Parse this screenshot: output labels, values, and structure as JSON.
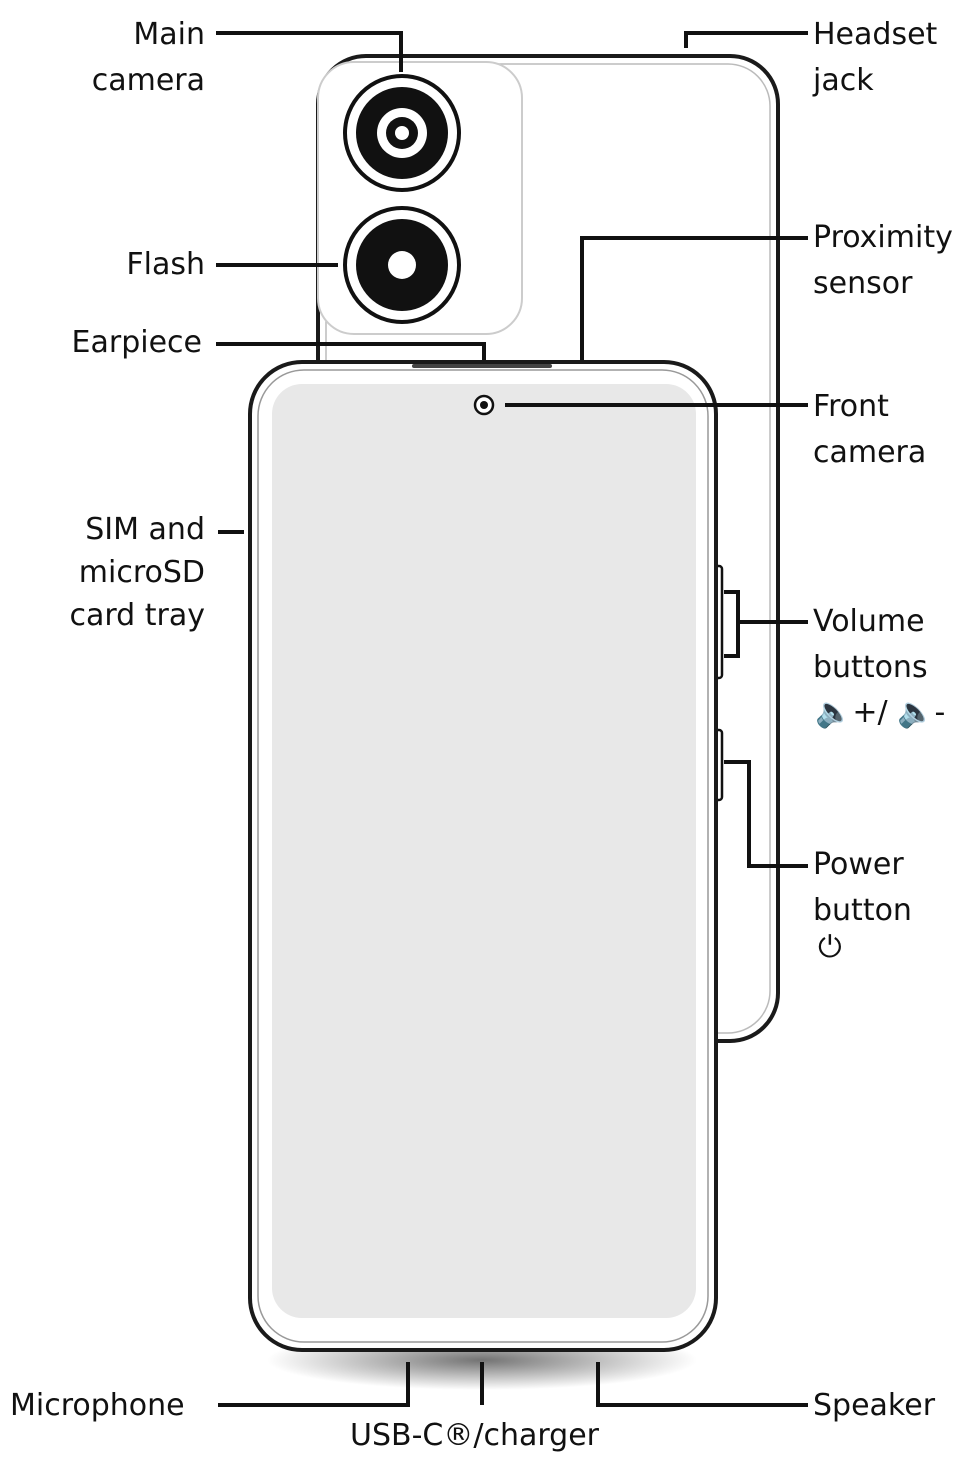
{
  "labels": {
    "main_camera": [
      "Main",
      "camera"
    ],
    "flash": [
      "Flash"
    ],
    "earpiece": [
      "Earpiece"
    ],
    "sim_tray": [
      "SIM and",
      "microSD",
      "card tray"
    ],
    "microphone": [
      "Microphone"
    ],
    "usb": [
      "USB-C®/charger"
    ],
    "headset_jack": [
      "Headset",
      "jack"
    ],
    "proximity_sensor": [
      "Proximity",
      "sensor"
    ],
    "front_camera": [
      "Front",
      "camera"
    ],
    "volume_buttons": [
      "Volume",
      "buttons"
    ],
    "power_button": [
      "Power",
      "button"
    ],
    "speaker": [
      "Speaker"
    ]
  },
  "symbols": {
    "volume": "🔈+/ 🔈-",
    "power": "⏻"
  },
  "colors": {
    "outline": "#1a1a1a",
    "screen": "#e8e8e8",
    "body": "#ffffff",
    "leader": "#111111"
  }
}
